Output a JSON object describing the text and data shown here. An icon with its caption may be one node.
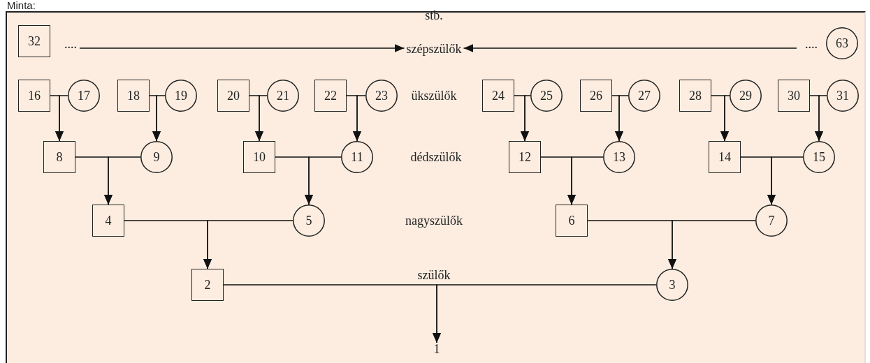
{
  "diagram": {
    "nodes": [
      {
        "text": [
          "32"
        ]
      },
      {
        "text": [
          "szépszülők"
        ]
      },
      {
        "text": [
          "63"
        ]
      },
      {
        "text": [
          "16"
        ]
      },
      {
        "text": [
          "17"
        ]
      },
      {
        "text": [
          "18"
        ]
      },
      {
        "text": [
          "19"
        ]
      },
      {
        "text": [
          "20"
        ]
      },
      {
        "text": [
          "21"
        ]
      },
      {
        "text": [
          "22"
        ]
      },
      {
        "text": [
          "23"
        ]
      },
      {
        "text": [
          "24"
        ]
      },
      {
        "text": [
          "25"
        ]
      },
      {
        "text": [
          "26"
        ]
      },
      {
        "text": [
          "27"
        ]
      },
      {
        "text": [
          "28"
        ]
      },
      {
        "text": [
          "29"
        ]
      },
      {
        "text": [
          "30"
        ]
      },
      {
        "text": [
          "31"
        ]
      },
      {
        "text": [
          "8"
        ]
      },
      {
        "text": [
          "9"
        ]
      },
      {
        "text": [
          "10"
        ]
      },
      {
        "text": [
          "11"
        ]
      },
      {
        "text": [
          "12"
        ]
      },
      {
        "text": [
          "13"
        ]
      },
      {
        "text": [
          "14"
        ]
      },
      {
        "text": [
          "15"
        ]
      },
      {
        "text": [
          "4"
        ]
      },
      {
        "text": [
          "5"
        ]
      },
      {
        "text": [
          "6"
        ]
      },
      {
        "text": [
          "7"
        ]
      },
      {
        "text": [
          "2"
        ]
      },
      {
        "text": [
          "3"
        ]
      },
      {
        "text": [
          "1"
        ]
      }
    ],
    "edges": [
      {
        "from": 0,
        "to": 1,
        "arrow": "to"
      },
      {
        "from": 2,
        "to": 1,
        "arrow": "to"
      },
      {
        "from": 3,
        "to": 19,
        "arrow": "to"
      },
      {
        "from": 4,
        "to": 19,
        "arrow": "to"
      },
      {
        "from": 5,
        "to": 20,
        "arrow": "to"
      },
      {
        "from": 6,
        "to": 20,
        "arrow": "to"
      },
      {
        "from": 7,
        "to": 21,
        "arrow": "to"
      },
      {
        "from": 8,
        "to": 21,
        "arrow": "to"
      },
      {
        "from": 9,
        "to": 22,
        "arrow": "to"
      },
      {
        "from": 10,
        "to": 22,
        "arrow": "to"
      },
      {
        "from": 11,
        "to": 23,
        "arrow": "to"
      },
      {
        "from": 12,
        "to": 23,
        "arrow": "to"
      },
      {
        "from": 13,
        "to": 24,
        "arrow": "to"
      },
      {
        "from": 14,
        "to": 24,
        "arrow": "to"
      },
      {
        "from": 15,
        "to": 25,
        "arrow": "to"
      },
      {
        "from": 16,
        "to": 25,
        "arrow": "to"
      },
      {
        "from": 17,
        "to": 26,
        "arrow": "to"
      },
      {
        "from": 18,
        "to": 26,
        "arrow": "to"
      },
      {
        "from": 19,
        "to": 27,
        "arrow": "to"
      },
      {
        "from": 20,
        "to": 27,
        "arrow": "to"
      },
      {
        "from": 21,
        "to": 28,
        "arrow": "to"
      },
      {
        "from": 22,
        "to": 28,
        "arrow": "to"
      },
      {
        "from": 23,
        "to": 29,
        "arrow": "to"
      },
      {
        "from": 24,
        "to": 29,
        "arrow": "to"
      },
      {
        "from": 25,
        "to": 30,
        "arrow": "to"
      },
      {
        "from": 26,
        "to": 30,
        "arrow": "to"
      },
      {
        "from": 27,
        "to": 31,
        "arrow": "to"
      },
      {
        "from": 28,
        "to": 31,
        "arrow": "to"
      },
      {
        "from": 29,
        "to": 32,
        "arrow": "to"
      },
      {
        "from": 30,
        "to": 32,
        "arrow": "to"
      },
      {
        "from": 31,
        "to": 33,
        "arrow": "to"
      },
      {
        "from": 32,
        "to": 33,
        "arrow": "to"
      }
    ],
    "labels": [
      "Minta:",
      "stb.",
      "....",
      "....",
      "ükszülők",
      "dédszülők",
      "nagyszülők",
      "szülők"
    ]
  }
}
